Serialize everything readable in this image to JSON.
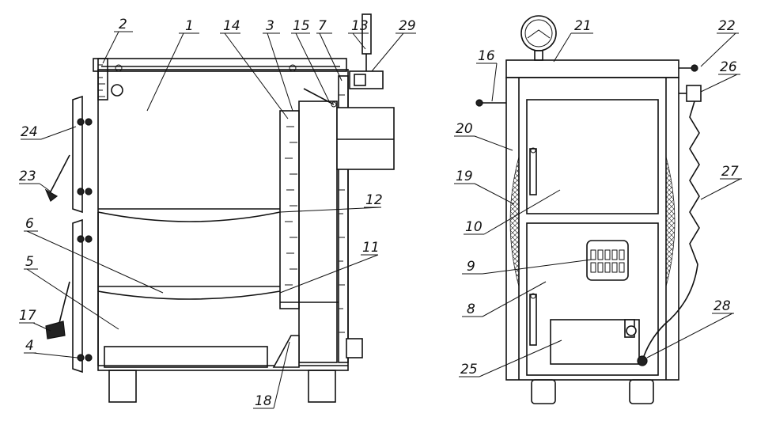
{
  "figure": {
    "background": "#ffffff",
    "line_color": "#111111",
    "callouts": [
      "1",
      "2",
      "3",
      "4",
      "5",
      "6",
      "7",
      "8",
      "9",
      "10",
      "11",
      "12",
      "13",
      "14",
      "15",
      "16",
      "17",
      "18",
      "19",
      "20",
      "21",
      "22",
      "23",
      "24",
      "25",
      "26",
      "27",
      "28",
      "29"
    ]
  }
}
